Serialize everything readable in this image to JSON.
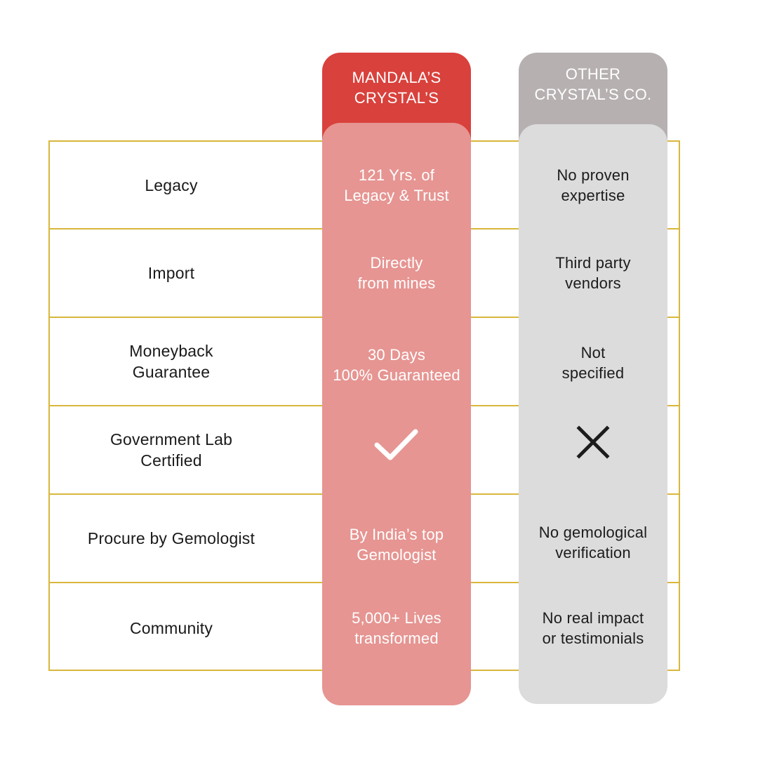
{
  "columns": {
    "primary": "MANDALA’S\nCRYSTAL’S",
    "other": "OTHER\nCRYSTAL’S CO."
  },
  "colors": {
    "primary_header": "#d9413c",
    "primary_body": "#e69592",
    "other_header": "#b6b0b1",
    "other_body": "#dcdcdc",
    "grid_lines": "#d8b73c"
  },
  "rows": [
    {
      "label": "Legacy",
      "primary": "121 Yrs. of\nLegacy & Trust",
      "other": "No proven\nexpertise"
    },
    {
      "label": "Import",
      "primary": "Directly\nfrom mines",
      "other": "Third party\nvendors"
    },
    {
      "label": "Moneyback\nGuarantee",
      "primary": "30 Days\n100% Guaranteed",
      "other": "Not\nspecified"
    },
    {
      "label": "Government Lab\nCertified",
      "primary_icon": "check-icon",
      "other_icon": "cross-icon"
    },
    {
      "label": "Procure by Gemologist",
      "primary": "By India’s top\nGemologist",
      "other": "No gemological\nverification"
    },
    {
      "label": "Community",
      "primary": "5,000+ Lives\ntransformed",
      "other": "No real impact\nor testimonials"
    }
  ]
}
